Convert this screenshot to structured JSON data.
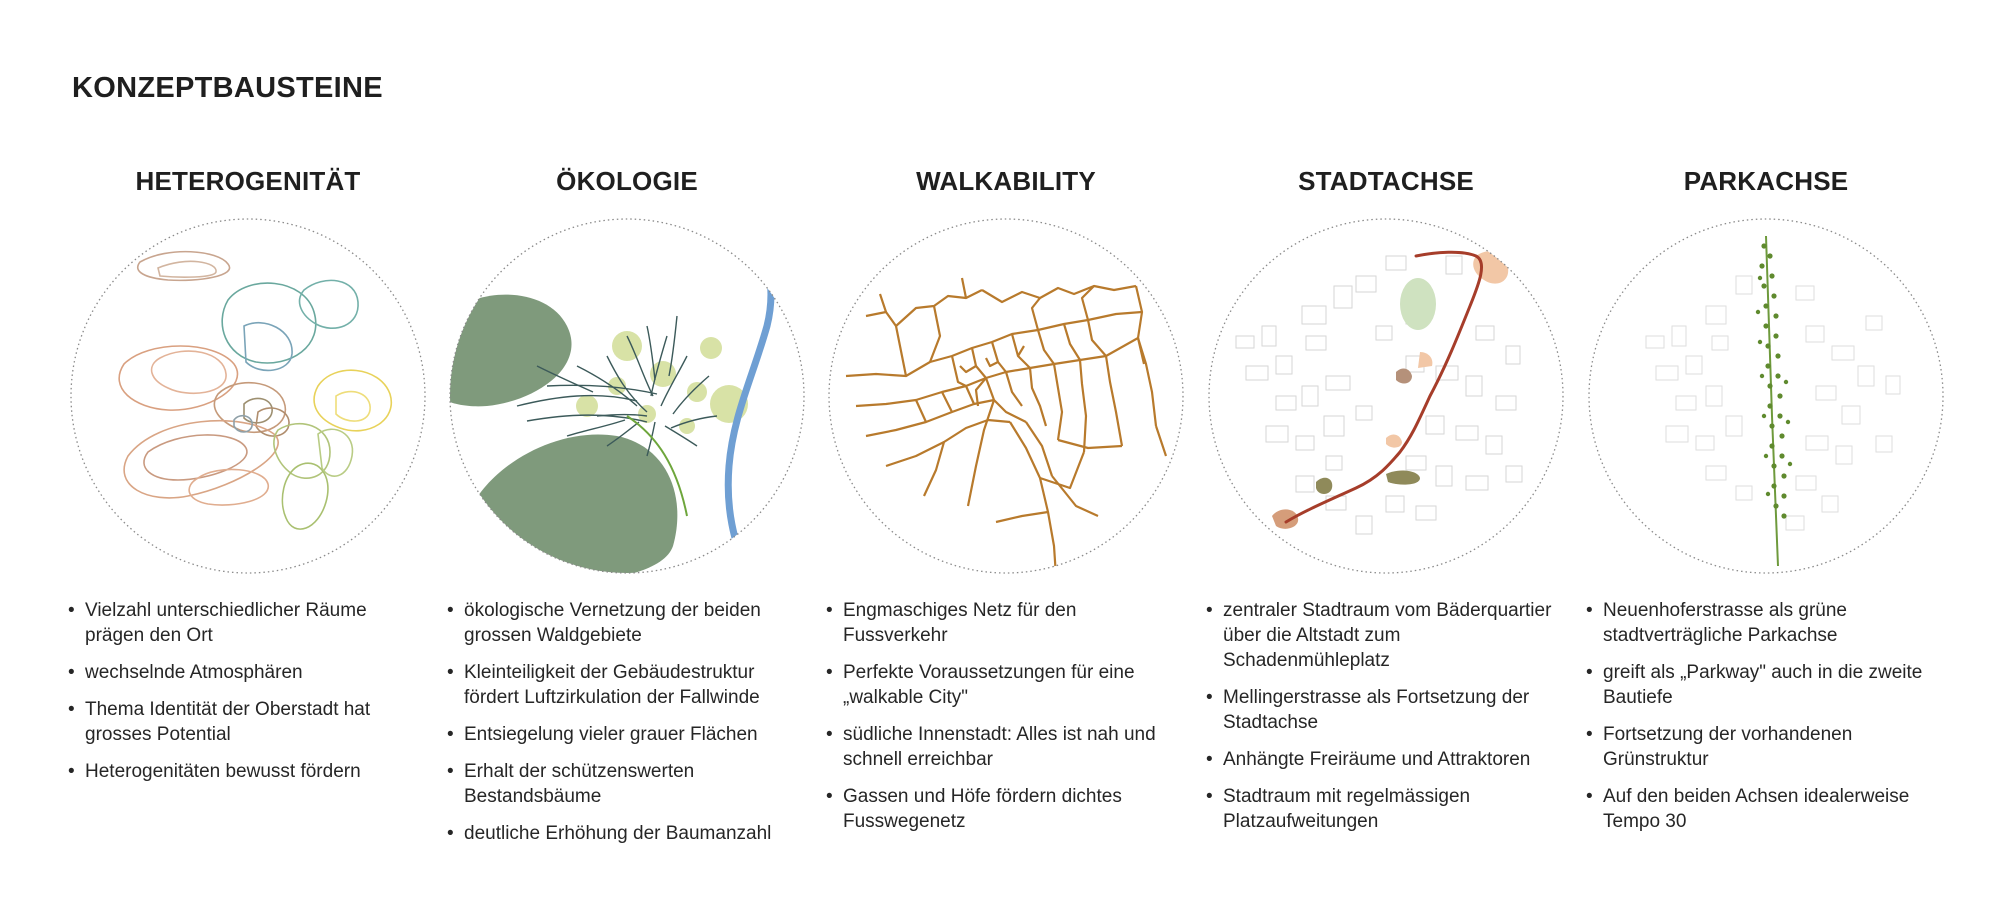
{
  "page": {
    "title": "KONZEPTBAUSTEINE"
  },
  "columns": [
    {
      "title": "HETEROGENITÄT",
      "bullets": [
        "Vielzahl unterschiedlicher Räume prägen den Ort",
        "wechselnde Atmosphären",
        "Thema Identität der Oberstadt hat grosses Potential",
        "Heterogenitäten bewusst fördern"
      ]
    },
    {
      "title": "ÖKOLOGIE",
      "bullets": [
        "ökologische Vernetzung der beiden grossen Waldgebiete",
        "Kleinteiligkeit der Gebäudestruktur fördert Luftzirkulation der Fallwinde",
        "Entsiegelung vieler grauer Flächen",
        "Erhalt der schützenswerten Bestandsbäume",
        "deutliche Erhöhung der Baumanzahl"
      ]
    },
    {
      "title": "WALKABILITY",
      "bullets": [
        "Engmaschiges Netz für den Fussverkehr",
        "Perfekte Voraussetzungen für eine „walkable City\"",
        "südliche Innenstadt: Alles ist nah und schnell erreichbar",
        "Gassen und Höfe fördern dichtes Fusswegenetz"
      ]
    },
    {
      "title": "STADTACHSE",
      "bullets": [
        "zentraler Stadtraum vom Bäderquartier über die Altstadt zum Schadenmühleplatz",
        "Mellingerstrasse als Fortsetzung der Stadtachse",
        "Anhängte Freiräume und Attraktoren",
        "Stadtraum mit regelmässigen Platzaufweitungen"
      ]
    },
    {
      "title": "PARKACHSE",
      "bullets": [
        "Neuenhoferstrasse als grüne stadtverträgliche Parkachse",
        "greift als „Parkway\" auch in die zweite Bautiefe",
        "Fortsetzung der vorhandenen Grünstruktur",
        "Auf den beiden Achsen idealerweise Tempo 30"
      ]
    }
  ],
  "colors": {
    "forest": "#7f9a7c",
    "tree_light": "#d8e2a6",
    "river": "#6f9fd3",
    "street": "#b87a2c",
    "city_axis": "#a63d2a",
    "park_axis": "#6e9a3c",
    "circle_border": "#8a8a8a"
  }
}
